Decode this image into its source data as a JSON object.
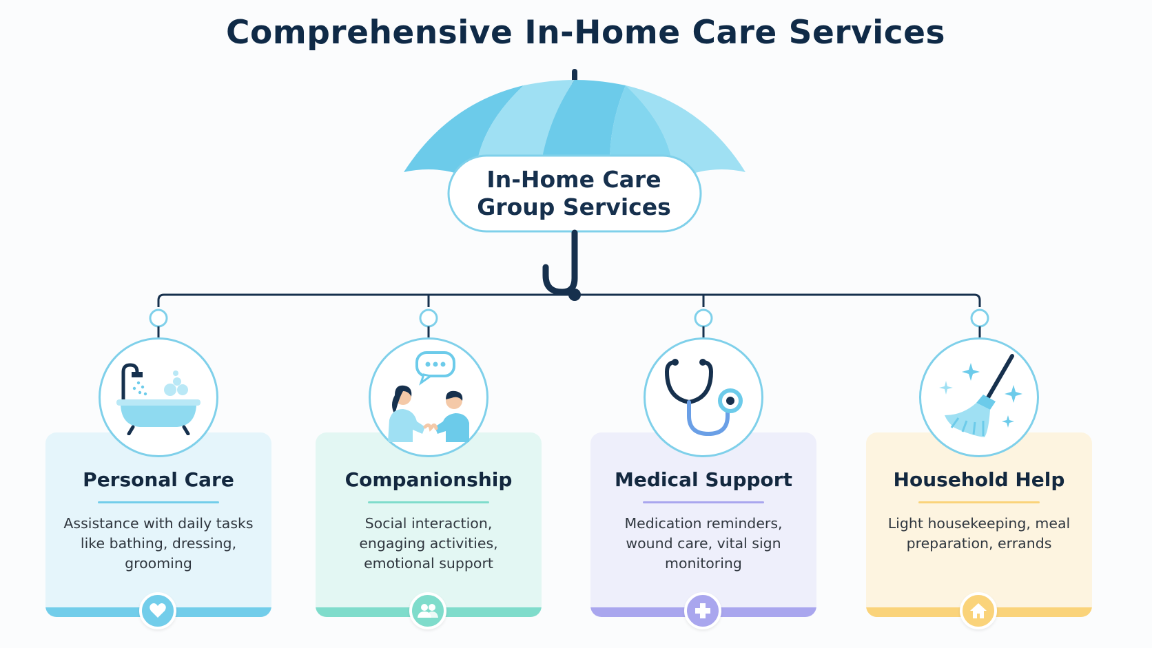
{
  "title": "Comprehensive In-Home Care Services",
  "center": {
    "line1": "In-Home Care",
    "line2": "Group Services"
  },
  "colors": {
    "title": "#0f2a47",
    "connector": "#16304d",
    "umbrella_light": "#9fe0f3",
    "umbrella_dark": "#6ccbea"
  },
  "services": [
    {
      "title": "Personal Care",
      "description": "Assistance with daily tasks like bathing, dressing, grooming",
      "icon": "bathtub-icon",
      "badge_icon": "heart-icon",
      "card_color": "#e5f5fb",
      "accent": "#72cdea"
    },
    {
      "title": "Companionship",
      "description": "Social interaction, engaging activities, emotional support",
      "icon": "conversation-icon",
      "badge_icon": "people-icon",
      "card_color": "#e3f7f3",
      "accent": "#7fdccb"
    },
    {
      "title": "Medical Support",
      "description": "Medication reminders, wound care, vital sign monitoring",
      "icon": "stethoscope-icon",
      "badge_icon": "medical-cross-icon",
      "card_color": "#eeeffb",
      "accent": "#a9a6ee"
    },
    {
      "title": "Household Help",
      "description": "Light housekeeping, meal preparation, errands",
      "icon": "broom-icon",
      "badge_icon": "house-icon",
      "card_color": "#fdf4e0",
      "accent": "#fad37a"
    }
  ]
}
